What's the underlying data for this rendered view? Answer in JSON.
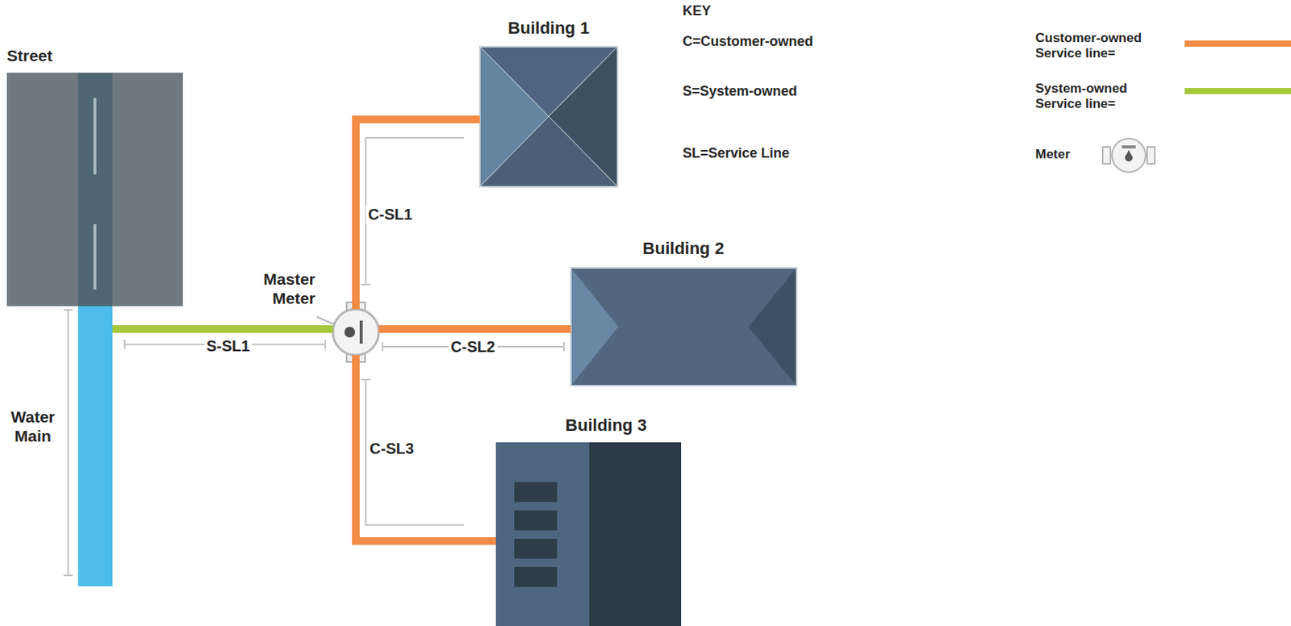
{
  "diagram": {
    "nodes": [
      {
        "text": [
          "Street"
        ]
      },
      {
        "text": [
          "Water Main"
        ]
      },
      {
        "text": [
          "Master Meter"
        ]
      },
      {
        "text": [
          "Building 1"
        ]
      },
      {
        "text": [
          "Building 2"
        ]
      },
      {
        "text": [
          "Building 3"
        ]
      }
    ],
    "edges": [
      {
        "from": 1,
        "to": 2,
        "arrow": "none",
        "label": "S-SL1"
      },
      {
        "from": 2,
        "to": 3,
        "arrow": "none",
        "label": "C-SL1"
      },
      {
        "from": 2,
        "to": 4,
        "arrow": "none",
        "label": "C-SL2"
      },
      {
        "from": 2,
        "to": 5,
        "arrow": "none",
        "label": "C-SL3"
      }
    ],
    "labels": [
      "KEY",
      "C=Customer-owned",
      "S=System-owned",
      "SL=Service Line"
    ],
    "legend": [
      {
        "text": "Customer-owned Service line=",
        "color": "#f28c46"
      },
      {
        "text": "System-owned Service line=",
        "color": "#a6c93c"
      },
      {
        "text": "Meter"
      }
    ]
  }
}
